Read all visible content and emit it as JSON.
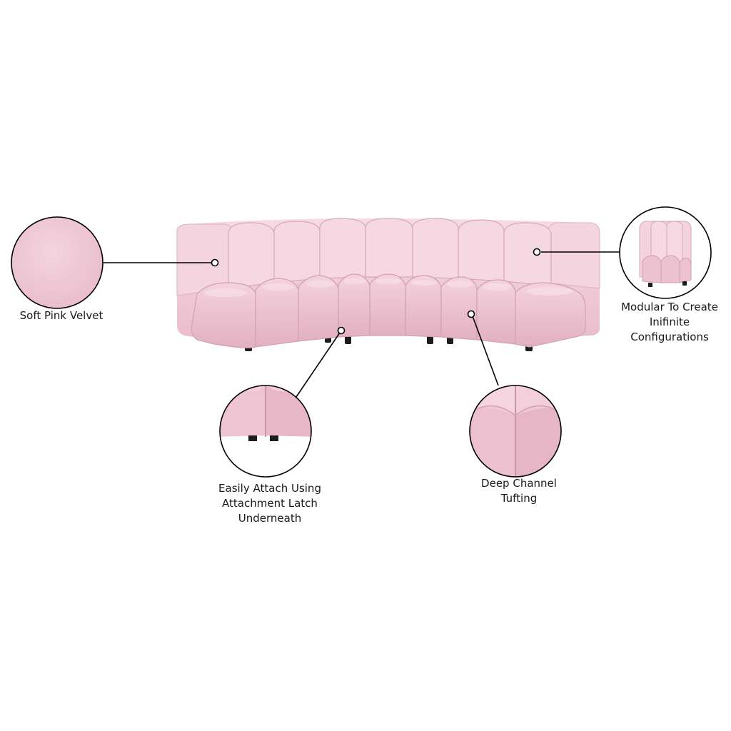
{
  "callouts": {
    "velvet": {
      "lines": [
        "Soft Pink Velvet"
      ]
    },
    "modular": {
      "lines": [
        "Modular To Create",
        "Inifinite",
        "Configurations"
      ]
    },
    "attach": {
      "lines": [
        "Easily Attach Using",
        "Attachment Latch",
        "Underneath"
      ]
    },
    "tufting": {
      "lines": [
        "Deep Channel",
        "Tufting"
      ]
    }
  },
  "colors": {
    "velvet_pink": "#f1c8d6",
    "velvet_light": "#f7dbe4",
    "velvet_shadow": "#d9a9bb",
    "leg_black": "#1c1c1c",
    "line_black": "#000000"
  }
}
